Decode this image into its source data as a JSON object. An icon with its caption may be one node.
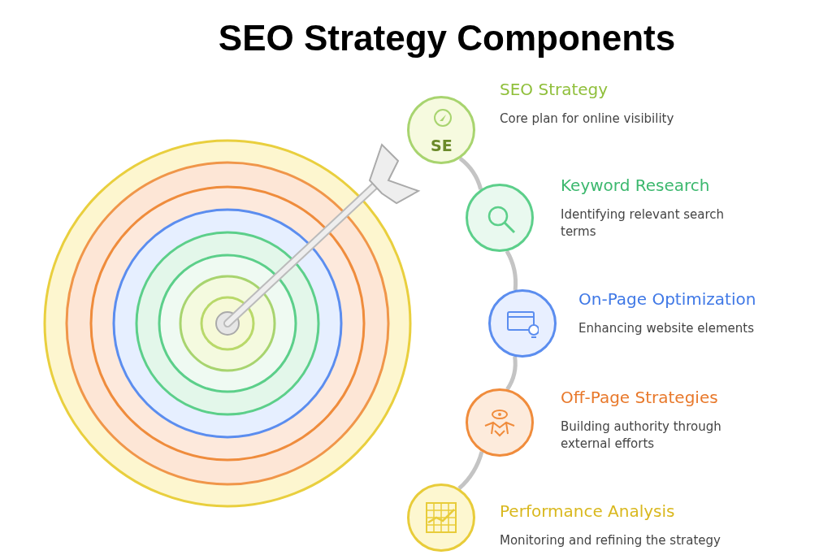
{
  "diagram": {
    "title": "SEO Strategy Components",
    "nodes": [
      {
        "text": [
          "SE",
          "SEO Strategy",
          "Core plan for online visibility"
        ]
      },
      {
        "text": [
          "Keyword Research",
          "Identifying relevant search terms"
        ]
      },
      {
        "text": [
          "On-Page Optimization",
          "Enhancing website elements"
        ]
      },
      {
        "text": [
          "Off-Page Strategies",
          "Building authority through external efforts"
        ]
      },
      {
        "text": [
          "Performance Analysis",
          "Monitoring and refining the strategy"
        ]
      }
    ],
    "edges": [
      {
        "from": 0,
        "to": 1,
        "arrow": "none"
      },
      {
        "from": 1,
        "to": 2,
        "arrow": "none"
      },
      {
        "from": 2,
        "to": 3,
        "arrow": "none"
      },
      {
        "from": 3,
        "to": 4,
        "arrow": "none"
      }
    ]
  }
}
